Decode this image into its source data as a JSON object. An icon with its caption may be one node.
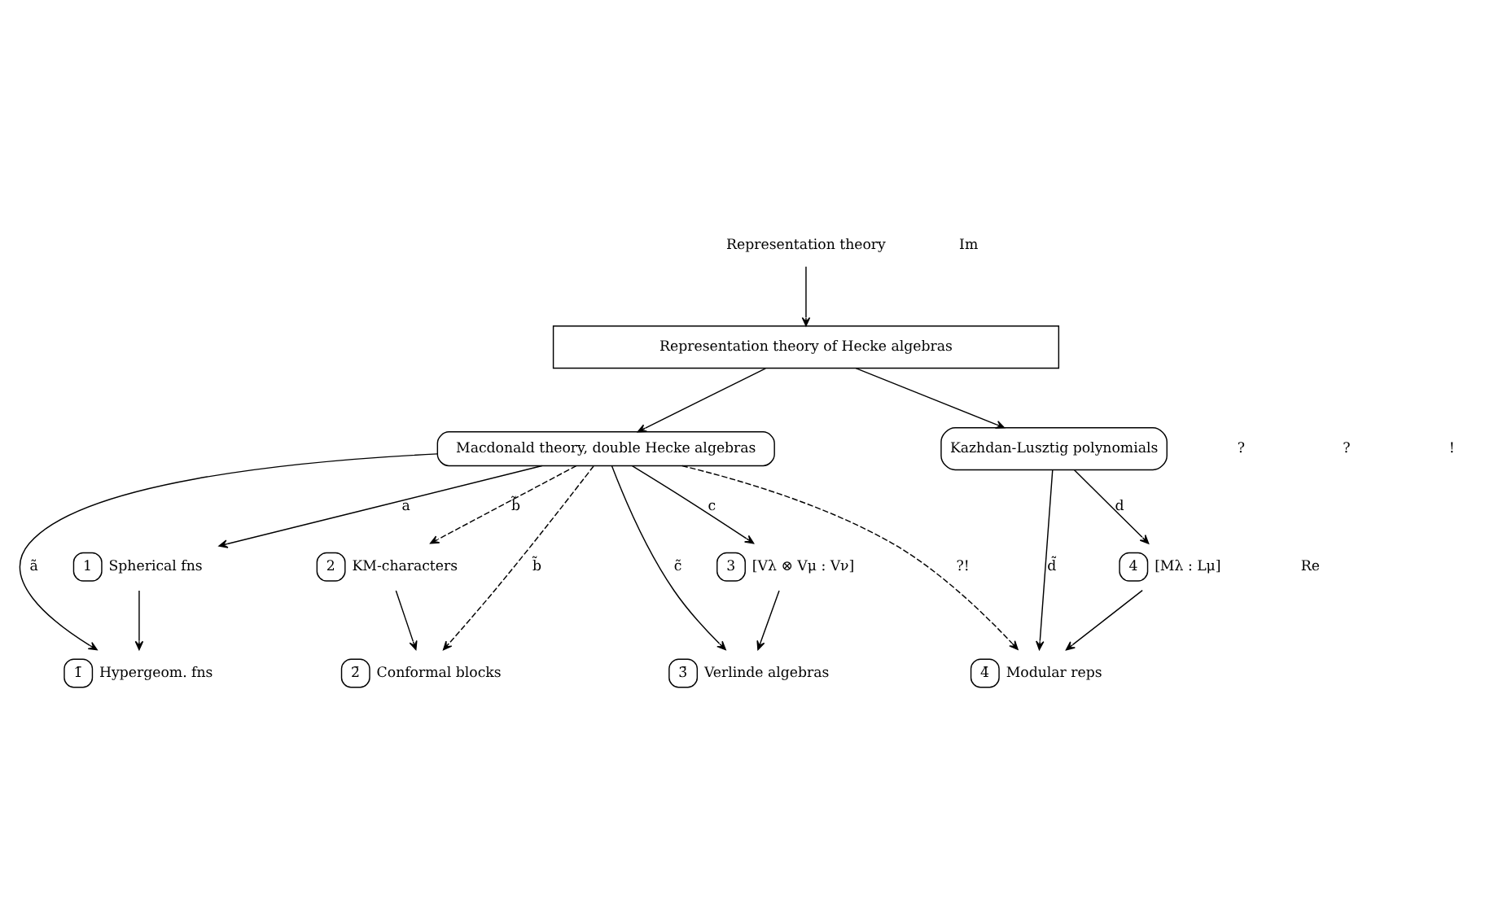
{
  "diagram": {
    "nodes": [
      {
        "text": [
          "Representation theory"
        ]
      },
      {
        "text": [
          "Representation theory of Hecke algebras"
        ]
      },
      {
        "text": [
          "Macdonald theory, double Hecke algebras"
        ]
      },
      {
        "text": [
          "Kazhdan-Lusztig polynomials"
        ]
      },
      {
        "text": [
          "1"
        ],
        "beside": [
          "Spherical fns"
        ]
      },
      {
        "text": [
          "2"
        ],
        "beside": [
          "KM-characters"
        ]
      },
      {
        "text": [
          "3"
        ],
        "beside": [
          "[Vλ ⊗ Vμ : Vν]"
        ]
      },
      {
        "text": [
          "4"
        ],
        "beside": [
          "[Mλ : Lμ]"
        ]
      },
      {
        "text": [
          "1̄"
        ],
        "beside": [
          "Hypergeom. fns"
        ]
      },
      {
        "text": [
          "2̄"
        ],
        "beside": [
          "Conformal blocks"
        ]
      },
      {
        "text": [
          "3̄"
        ],
        "beside": [
          "Verlinde algebras"
        ]
      },
      {
        "text": [
          "4̄"
        ],
        "beside": [
          "Modular reps"
        ]
      }
    ],
    "edges": [
      {
        "from": 0,
        "to": 1,
        "arrow": "to"
      },
      {
        "from": 1,
        "to": 2,
        "arrow": "to"
      },
      {
        "from": 1,
        "to": 3,
        "arrow": "to"
      },
      {
        "from": 2,
        "to": 4,
        "arrow": "to",
        "label": "a"
      },
      {
        "from": 2,
        "to": 8,
        "arrow": "to",
        "label": "ã"
      },
      {
        "from": 2,
        "to": 5,
        "arrow": "to",
        "label": "b̃",
        "style": "dashed"
      },
      {
        "from": 2,
        "to": 9,
        "arrow": "to",
        "label": "b̃",
        "style": "dashed"
      },
      {
        "from": 2,
        "to": 10,
        "arrow": "to",
        "label": "c̃"
      },
      {
        "from": 2,
        "to": 6,
        "arrow": "to",
        "label": "c"
      },
      {
        "from": 2,
        "to": 11,
        "arrow": "to",
        "label": "?!",
        "style": "dashed"
      },
      {
        "from": 3,
        "to": 11,
        "arrow": "to",
        "label": "d̃"
      },
      {
        "from": 3,
        "to": 7,
        "arrow": "to",
        "label": "d"
      },
      {
        "from": 4,
        "to": 8,
        "arrow": "to"
      },
      {
        "from": 5,
        "to": 9,
        "arrow": "to"
      },
      {
        "from": 6,
        "to": 10,
        "arrow": "to"
      },
      {
        "from": 7,
        "to": 11,
        "arrow": "to"
      }
    ],
    "labels": [
      "Im",
      "?",
      "?",
      "!",
      "Re"
    ]
  }
}
